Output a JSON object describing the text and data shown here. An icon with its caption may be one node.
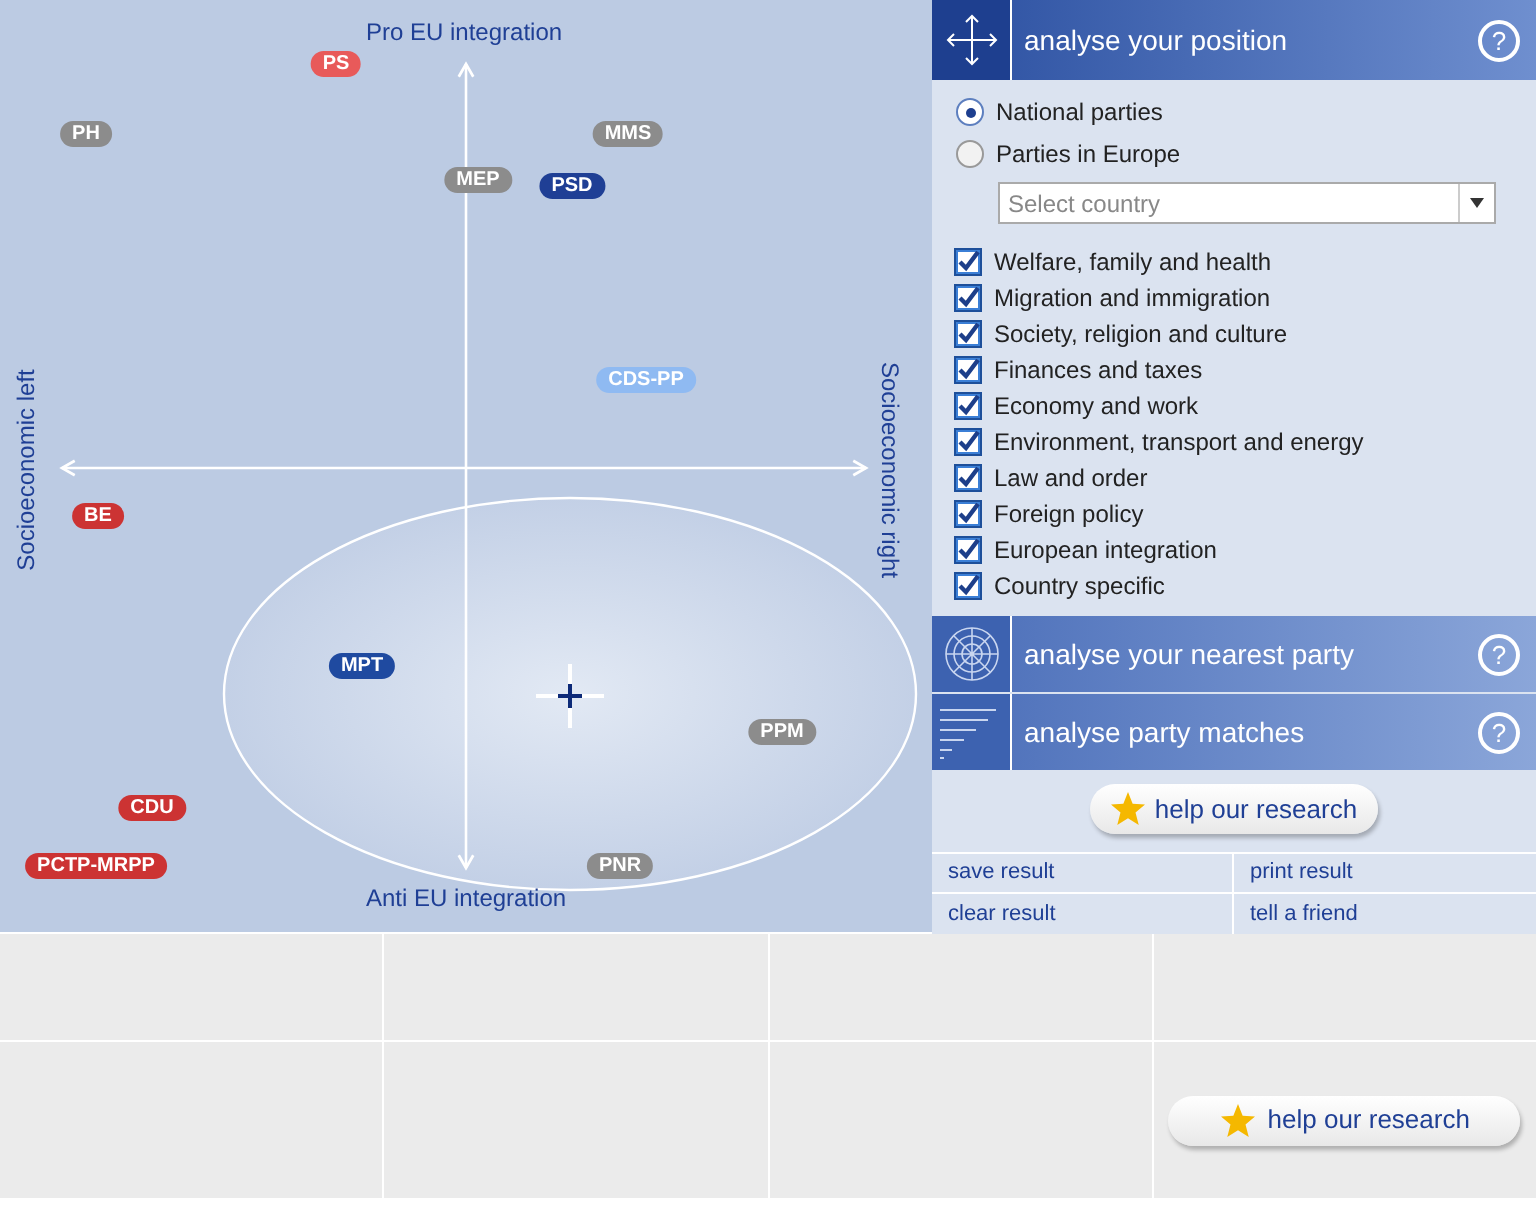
{
  "diagram": {
    "nodes": [
      {
        "text": [
          "PS"
        ]
      },
      {
        "text": [
          "PH"
        ]
      },
      {
        "text": [
          "MMS"
        ]
      },
      {
        "text": [
          "MEP"
        ]
      },
      {
        "text": [
          "PSD"
        ]
      },
      {
        "text": [
          "CDS-PP"
        ]
      },
      {
        "text": [
          "BE"
        ]
      },
      {
        "text": [
          "MPT"
        ]
      },
      {
        "text": [
          "PPM"
        ]
      },
      {
        "text": [
          "CDU"
        ]
      },
      {
        "text": [
          "PCTP-MRPP"
        ]
      },
      {
        "text": [
          "PNR"
        ]
      }
    ],
    "labels": [
      "Pro EU integration",
      "Socioeconomic left",
      "Socioeconomic right",
      "Anti EU integration",
      "analyse your position",
      "?",
      "National parties",
      "Parties in Europe",
      "Select country",
      "Welfare, family and health",
      "Migration and immigration",
      "Society, religion and culture",
      "Finances and taxes",
      "Economy and work",
      "Environment, transport and energy",
      "Law and order",
      "Foreign policy",
      "European integration",
      "Country specific",
      "analyse your nearest party",
      "?",
      "analyse party matches",
      "?",
      "help our research",
      "save result",
      "print result",
      "clear result",
      "tell a friend",
      "help our research"
    ]
  }
}
